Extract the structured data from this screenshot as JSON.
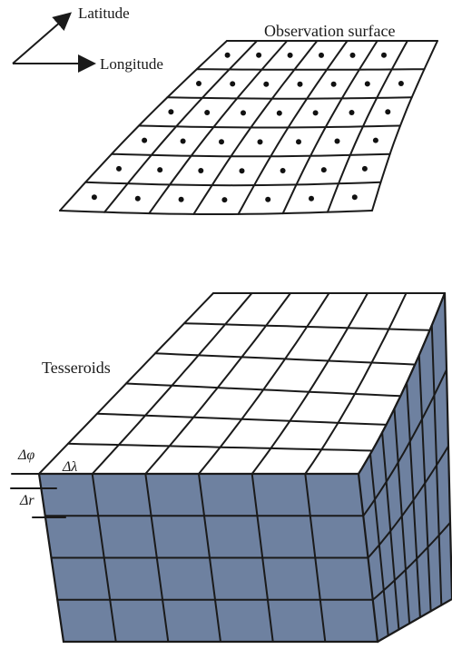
{
  "top_panel": {
    "axis_label_latitude": "Latitude",
    "axis_label_longitude": "Longitude",
    "surface_label": "Observation surface"
  },
  "bottom_panel": {
    "block_label": "Tesseroids",
    "delta_phi_label": "Δφ",
    "delta_lambda_label": "Δλ",
    "delta_r_label": "Δr"
  },
  "colors": {
    "line": "#1a1a1a",
    "tesseroid_fill": "#6e81a0",
    "top_face": "#ffffff"
  }
}
